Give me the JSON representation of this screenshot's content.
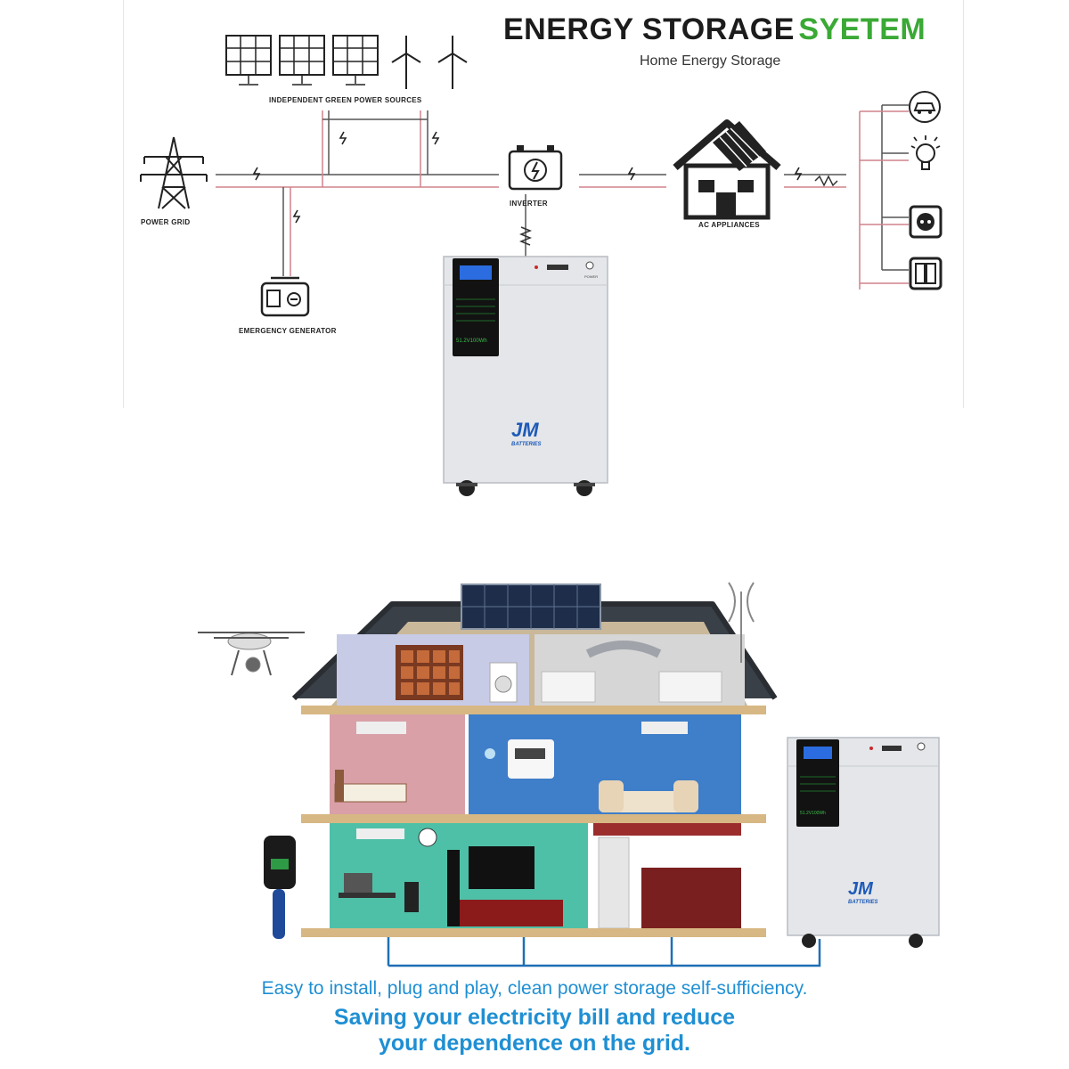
{
  "diagram": {
    "title_dark": "ENERGY STORAGE",
    "title_green": "SYETEM",
    "subtitle": "Home Energy Storage",
    "labels": {
      "green_sources": "INDEPENDENT GREEN POWER SOURCES",
      "power_grid": "POWER GRID",
      "inverter": "INVERTER",
      "ac_appliances": "AC APPLIANCES",
      "generator": "EMERGENCY GENERATOR"
    }
  },
  "product": {
    "brand": "JM",
    "brand_sub": "BATTERIES",
    "power_label": "POWER",
    "display_readout": "51.2V100Wh"
  },
  "captions": {
    "line1": "Easy to install, plug and play, clean power storage self-sufficiency.",
    "line2a": "Saving your electricity bill and reduce",
    "line2b": "your dependence on the grid."
  },
  "colors": {
    "title_green": "#3aa935",
    "caption_blue": "#1f8fd3",
    "wire_red": "#d0828c",
    "wire_gray": "#555555"
  }
}
